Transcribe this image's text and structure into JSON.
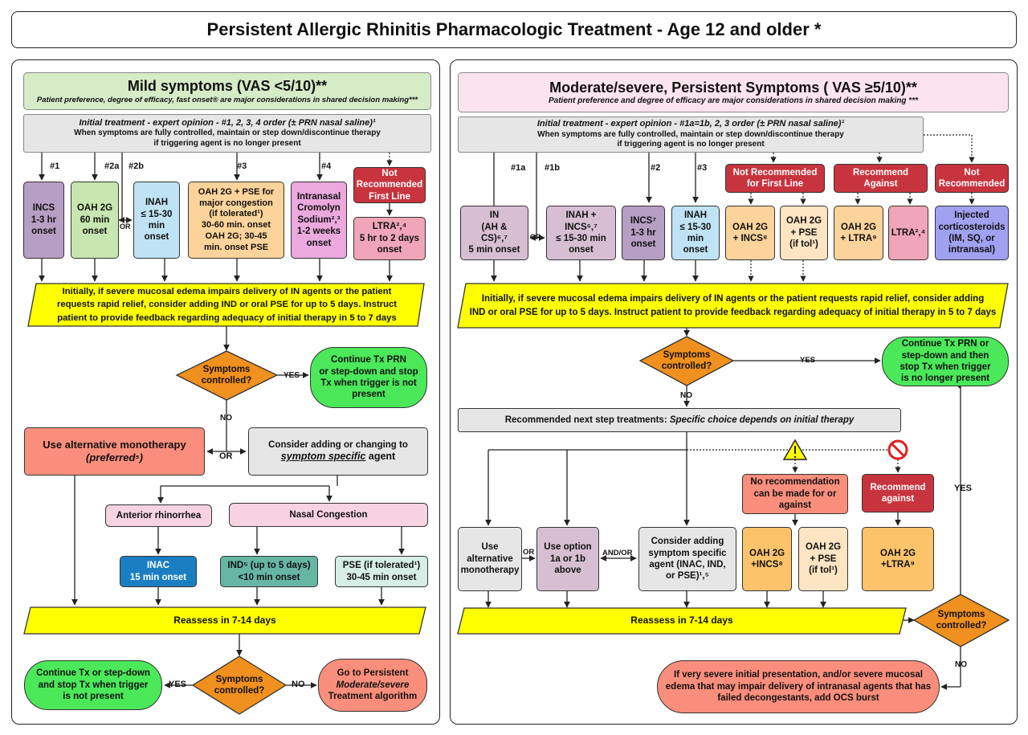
{
  "title": "Persistent Allergic Rhinitis Pharmacologic Treatment - Age 12 and older *",
  "left": {
    "header": {
      "title": "Mild symptoms (VAS <5/10)**",
      "subtitle": "Patient preference, degree of efficacy, fast onset® are major considerations in shared decision making***"
    },
    "initial": {
      "l1": "Initial treatment - expert opinion - #1, 2, 3, 4 order (± PRN nasal saline)¹",
      "l2": "When symptoms are fully controlled, maintain or step down/discontinue therapy",
      "l3": "if triggering agent is no longer present"
    },
    "labels": {
      "n1": "#1",
      "n2a": "#2a",
      "n2b": "#2b",
      "n3": "#3",
      "n4": "#4",
      "or1": "OR",
      "yes1": "YES",
      "no1": "NO",
      "or2": "OR",
      "yes2": "YES",
      "no2": "NO"
    },
    "incs": [
      "INCS",
      "1-3 hr",
      "onset"
    ],
    "oah2g": [
      "OAH 2G",
      "60 min",
      "onset"
    ],
    "inah": [
      "INAH",
      "≤ 15-30",
      "min",
      "onset"
    ],
    "oahpse": [
      "OAH 2G + PSE for",
      "major congestion",
      "(if tolerated¹)",
      "30-60 min. onset",
      "OAH 2G;  30-45",
      "min. onset PSE"
    ],
    "cromolyn": [
      "Intranasal",
      "Cromolyn",
      "Sodium²,³",
      "1-2 weeks",
      "onset"
    ],
    "notrec": [
      "Not",
      "Recommended",
      "First Line"
    ],
    "ltra": [
      "LTRA²,⁴",
      "5 hr to 2 days",
      "onset"
    ],
    "mucosal": [
      "Initially, if severe mucosal edema impairs delivery of IN agents or the patient",
      "requests rapid relief, consider adding IND or oral PSE for up to 5 days. Instruct",
      "patient to provide feedback regarding adequacy of initial therapy in 5 to 7 days"
    ],
    "controlled1": [
      "Symptoms",
      "controlled?"
    ],
    "continue1": [
      "Continue Tx PRN",
      "or step-down and stop",
      "Tx when trigger is not",
      "present"
    ],
    "altmono": {
      "l1": "Use alternative monotherapy",
      "l2": "(preferred⁵)"
    },
    "consider": {
      "l1": "Consider adding or changing to",
      "l2a": "symptom specific",
      "l2b": " agent"
    },
    "anterior": "Anterior rhinorrhea",
    "nasalcong": "Nasal Congestion",
    "inac": [
      "INAC",
      "15 min onset"
    ],
    "ind": [
      "IND⁵ (up to 5 days)",
      "<10 min onset"
    ],
    "pse": [
      "PSE (if tolerated¹)",
      "30-45 min onset"
    ],
    "reassess": "Reassess in 7-14 days",
    "controlled2": [
      "Symptoms",
      "controlled?"
    ],
    "continue2": [
      "Continue Tx or step-down",
      "and stop Tx when trigger",
      "is not present"
    ],
    "goto": [
      "Go to Persistent",
      "Moderate/severe",
      "Treatment algorithm"
    ]
  },
  "right": {
    "header": {
      "title": "Moderate/severe, Persistent Symptoms ( VAS ≥5/10)**",
      "subtitle": "Patient preference and degree of efficacy are major considerations in shared decision making ***"
    },
    "initial": {
      "l1": "Initial treatment - expert opinion - #1a=1b, 2, 3 order  (± PRN nasal saline)¹",
      "l2": "When symptoms are fully controlled, maintain or step down/discontinue therapy",
      "l3": "if triggering agent is no longer present"
    },
    "labels": {
      "n1a": "#1a",
      "n1b": "#1b",
      "n2": "#2",
      "n3": "#3",
      "or1": "OR",
      "yes1": "YES",
      "no1": "NO",
      "or2": "OR",
      "andor": "AND/OR",
      "yes2": "YES",
      "no2": "NO"
    },
    "notrecfirst": [
      "Not Recommended",
      "for First Line"
    ],
    "recagainst": [
      "Recommend",
      "Against"
    ],
    "notrec": [
      "Not",
      "Recommended"
    ],
    "in": [
      "IN",
      "(AH &",
      "CS)⁶,⁷",
      "5 min onset"
    ],
    "inahincs": [
      "INAH +",
      "INCS⁶,⁷",
      "≤ 15-30 min",
      "onset"
    ],
    "incs": [
      "INCS⁷",
      "1-3 hr",
      "onset"
    ],
    "inah": [
      "INAH",
      "≤ 15-30",
      "min",
      "onset"
    ],
    "oahincs": [
      "OAH 2G",
      "+ INCS⁸"
    ],
    "oahpse": [
      "OAH 2G",
      "+ PSE",
      "(if tol¹)"
    ],
    "oahltra": [
      "OAH 2G",
      "+ LTRA⁹"
    ],
    "ltra": [
      "LTRA²,⁴"
    ],
    "injected": [
      "Injected",
      "corticosteroids",
      "(IM, SQ, or",
      "intranasal)"
    ],
    "mucosal": [
      "Initially, if severe mucosal edema impairs delivery of IN agents or the patient requests rapid relief, consider adding",
      "IND or oral PSE for up to 5 days. Instruct patient to provide feedback regarding adequacy of initial therapy in 5 to 7 days"
    ],
    "controlled1": [
      "Symptoms",
      "controlled?"
    ],
    "continue1": [
      "Continue Tx PRN or",
      "step-down and then",
      "stop Tx when trigger",
      "is no longer present"
    ],
    "nextstep": {
      "a": "Recommended next step treatments: ",
      "b": "Specific choice depends on initial therapy"
    },
    "norec": [
      "No recommendation",
      "can be made for or",
      "against"
    ],
    "recagainst2": [
      "Recommend",
      "against"
    ],
    "altmono": [
      "Use",
      "alternative",
      "monotherapy"
    ],
    "useoption": [
      "Use option",
      "1a or 1b",
      "above"
    ],
    "considersym": [
      "Consider adding",
      "symptom specific",
      "agent (INAC, IND,",
      "or PSE)¹,⁵"
    ],
    "oahincs2": [
      "OAH 2G",
      "+INCS⁸"
    ],
    "oahpse2": [
      "OAH 2G",
      "+ PSE",
      "(if tol¹)"
    ],
    "oahltra2": [
      "OAH 2G",
      "+LTRA⁹"
    ],
    "reassess": "Reassess in 7-14 days",
    "controlled2": [
      "Symptoms",
      "controlled?"
    ],
    "ocs": [
      "If very severe initial presentation, and/or severe mucosal",
      "edema that may impair delivery of intranasal agents that has",
      "failed decongestants, add OCS burst"
    ]
  },
  "colors": {
    "purple": "#b79ec4",
    "green_light": "#c8e6b0",
    "blue_light": "#bfe3f5",
    "orange_light": "#fcd39a",
    "pink": "#eba9de",
    "red": "#c8343d",
    "pink_light": "#f0a6b8",
    "yellow": "#ffff00",
    "orange": "#f0901e",
    "green": "#4be85a",
    "salmon": "#fa8e7c",
    "grey": "#e6e6e6",
    "blue_dark": "#1b7ec2",
    "teal": "#67b6a4",
    "mint": "#d6eee6",
    "lavender": "#a1a1f2",
    "mauve": "#d7bfd3"
  }
}
